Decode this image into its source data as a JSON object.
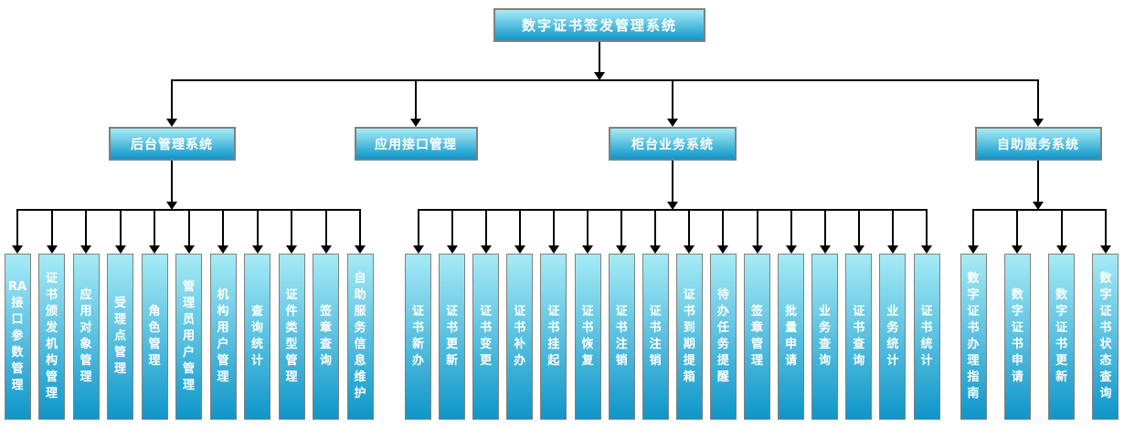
{
  "diagram": {
    "title": "数字证书签发管理系统",
    "branches": [
      {
        "label": "后台管理系统",
        "children": [
          "RA接口参数管理",
          "证书颁发机构管理",
          "应用对象管理",
          "受理点管理",
          "角色管理",
          "管理员用户管理",
          "机构用户管理",
          "查询统计",
          "证件类型管理",
          "签章查询",
          "自助服务信息维护"
        ]
      },
      {
        "label": "应用接口管理",
        "children": []
      },
      {
        "label": "柜台业务系统",
        "children": [
          "证书新办",
          "证书更新",
          "证书变更",
          "证书补办",
          "证书挂起",
          "证书恢复",
          "证书注销",
          "证书注销",
          "证书到期提箱",
          "待办任务提醒",
          "签章管理",
          "批量申请",
          "业务查询",
          "证书查询",
          "业务统计",
          "证书统计"
        ]
      },
      {
        "label": "自助服务系统",
        "children": [
          "数字证书办理指南",
          "数字证书申请",
          "数字证书更新",
          "数字证书状态查询"
        ]
      }
    ],
    "colors": {
      "node_gradient_top": "#a6ebf6",
      "node_gradient_bottom": "#0f96c9",
      "node_border": "#808080",
      "connector_line": "#000000",
      "node_text": "#ffffff",
      "background": "#ffffff"
    }
  }
}
